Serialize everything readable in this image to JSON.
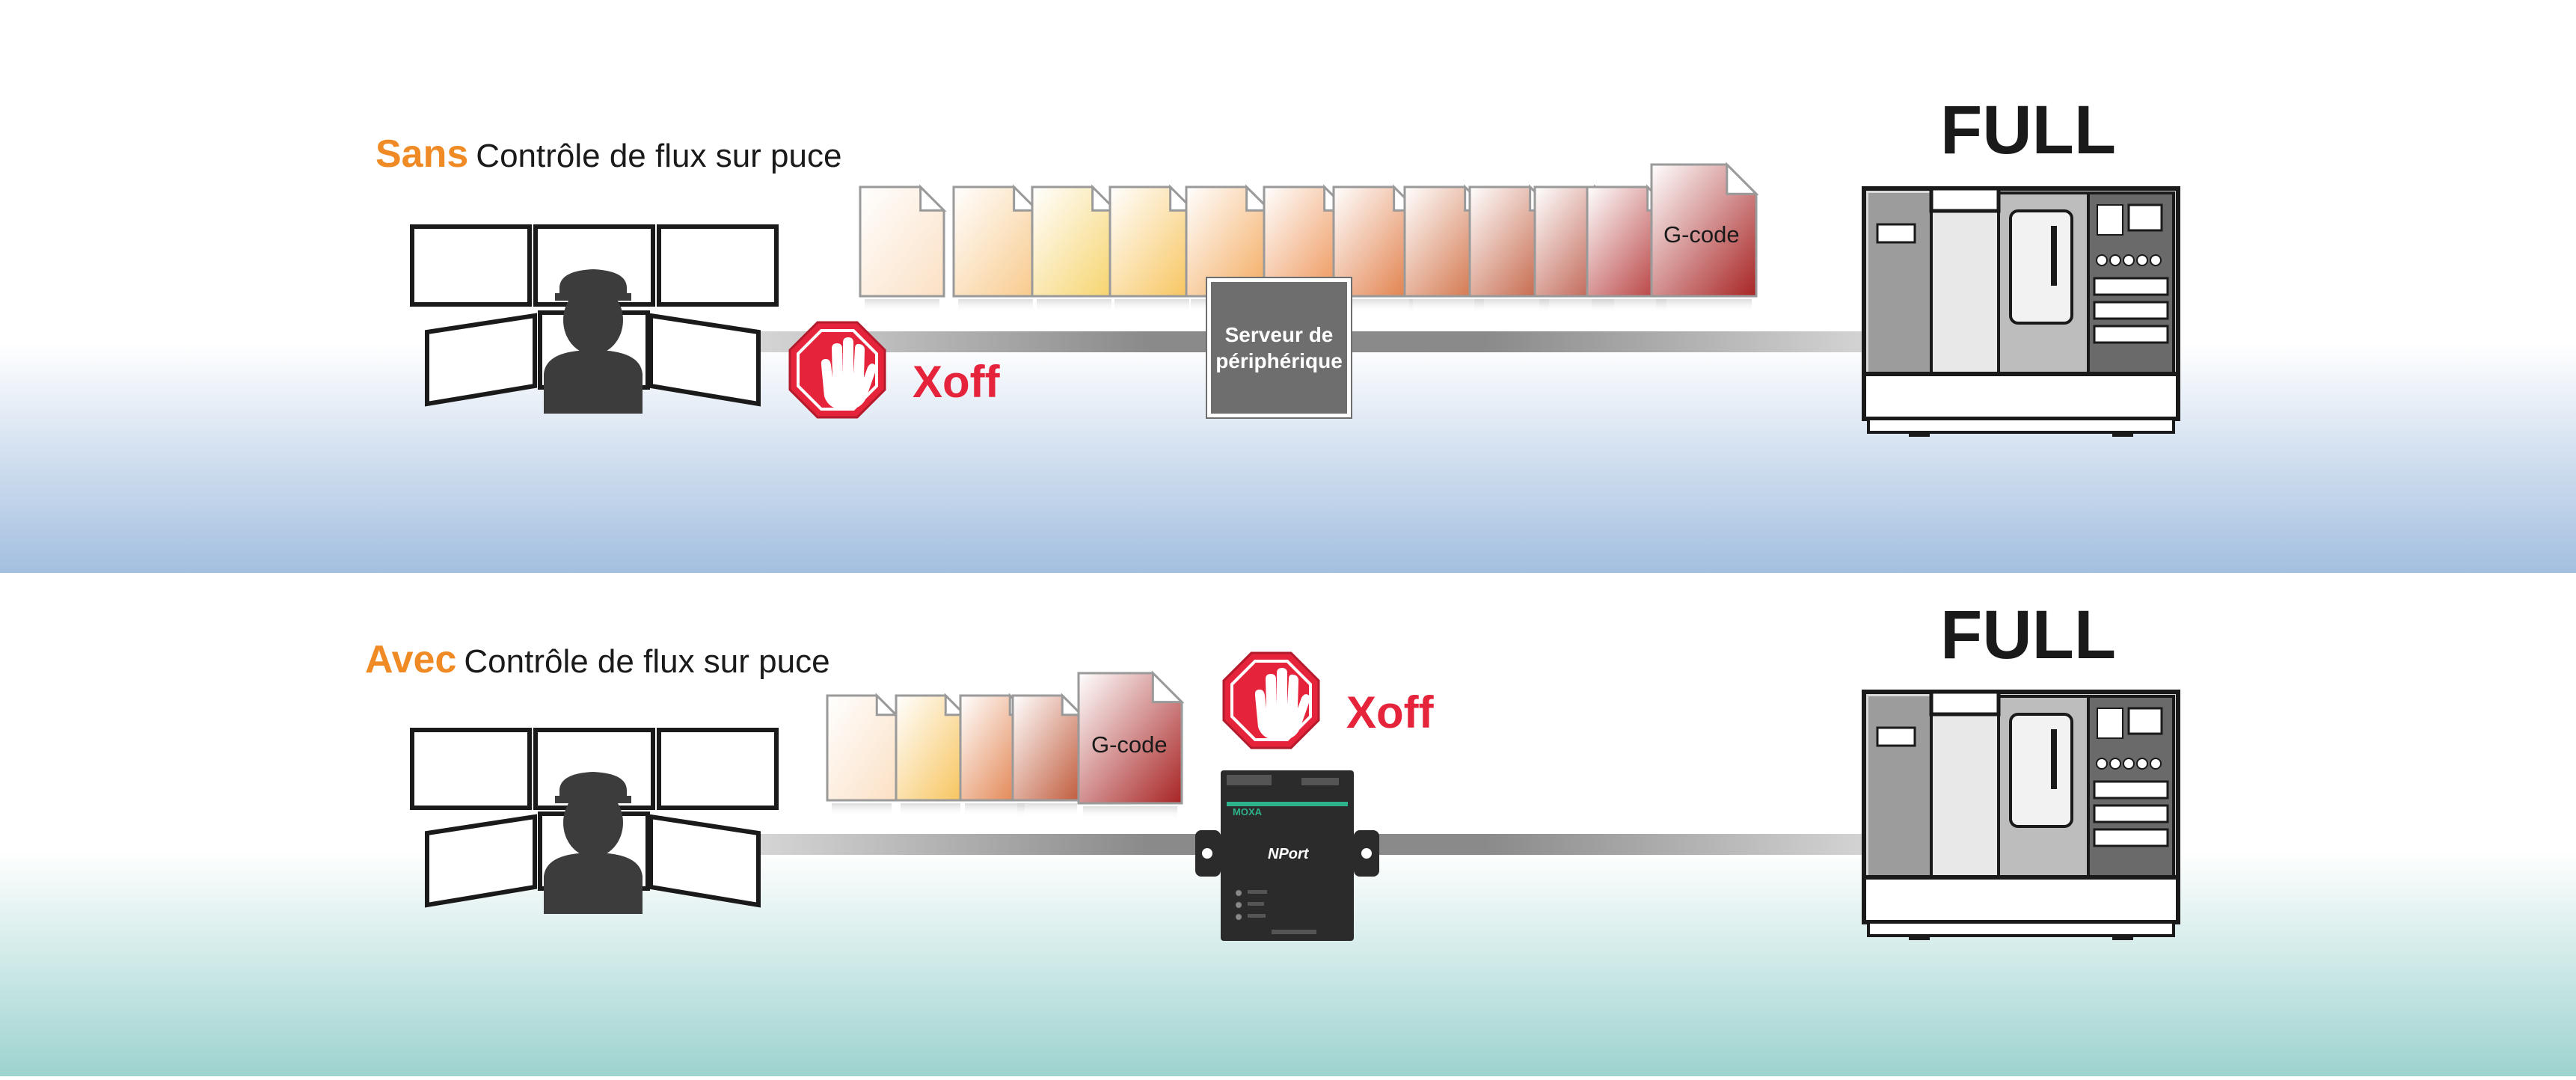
{
  "colors": {
    "accent_orange": "#f08a24",
    "stop_red": "#e5243b",
    "band_top_start": "#ffffff",
    "band_top_end": "#a3bfe0",
    "band_bottom_start": "#ffffff",
    "band_bottom_end": "#9dd3cf",
    "cable_gray": "#7a7a7a",
    "server_gray": "#6e6e6e",
    "device_body": "#2b2b2b",
    "device_accent": "#2db28b"
  },
  "panels": [
    {
      "id": "without",
      "keyword": "Sans",
      "title": "Contrôle de flux sur puce",
      "full_label": "FULL",
      "xoff_label": "Xoff",
      "gcode_label": "G-code",
      "server_label": "Serveur de périphérique"
    },
    {
      "id": "with",
      "keyword": "Avec",
      "title": "Contrôle de flux sur puce",
      "full_label": "FULL",
      "xoff_label": "Xoff",
      "gcode_label": "G-code",
      "device_brand": "MOXA",
      "device_model": "NPort"
    }
  ],
  "icons": [
    "operator-workstation-icon",
    "stop-hand-icon",
    "cnc-machine-icon",
    "document-icon",
    "serial-device-server-icon"
  ]
}
